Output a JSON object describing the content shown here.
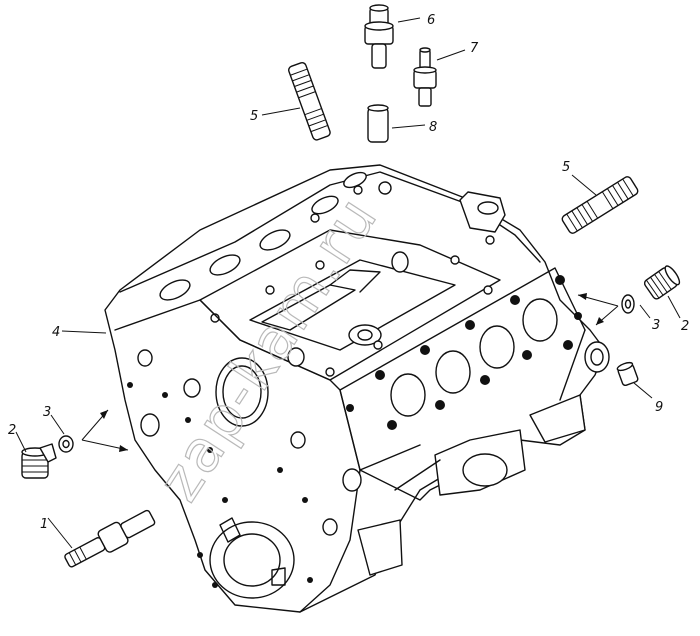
{
  "figure": {
    "watermark": "zap-kam.ru",
    "callouts": [
      {
        "id": "c1",
        "text": "1"
      },
      {
        "id": "c2-left",
        "text": "2"
      },
      {
        "id": "c2-right",
        "text": "2"
      },
      {
        "id": "c3-left",
        "text": "3"
      },
      {
        "id": "c3-right",
        "text": "3"
      },
      {
        "id": "c4",
        "text": "4"
      },
      {
        "id": "c5-left",
        "text": "5"
      },
      {
        "id": "c5-right",
        "text": "5"
      },
      {
        "id": "c6",
        "text": "6"
      },
      {
        "id": "c7",
        "text": "7"
      },
      {
        "id": "c8",
        "text": "8"
      },
      {
        "id": "c9",
        "text": "9"
      }
    ]
  }
}
